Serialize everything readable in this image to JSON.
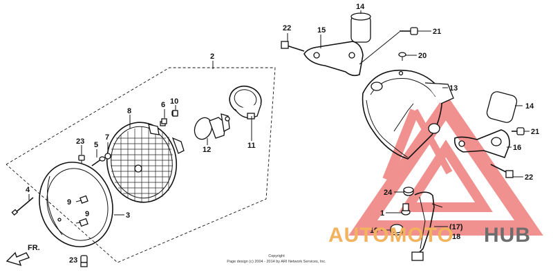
{
  "diagram": {
    "labels": {
      "p2": "2",
      "p3": "3",
      "p4": "4",
      "p5": "5",
      "p6": "6",
      "p7": "7",
      "p8": "8",
      "p9a": "9",
      "p9b": "9",
      "p10": "10",
      "p11": "11",
      "p12": "12",
      "p13": "13",
      "p14a": "14",
      "p14b": "14",
      "p15": "15",
      "p16": "16",
      "p17": "(17)",
      "p18": "18",
      "p19": "19",
      "p20": "20",
      "p21a": "21",
      "p21b": "21",
      "p22a": "22",
      "p22b": "22",
      "p23a": "23",
      "p23b": "23",
      "p24": "24",
      "p1": "1"
    },
    "direction_label": "FR.",
    "copyright_line1": "Copyright",
    "copyright_line2": "Page design (c) 2004 - 2014 by ARI Network Services, Inc."
  },
  "watermark": {
    "brand_part1": "AUTOMOTO",
    "brand_part2": "HUB",
    "colors": {
      "triangle": "#e53935",
      "text_orange": "#f2b25e",
      "text_gray": "#6d6d6d"
    }
  }
}
